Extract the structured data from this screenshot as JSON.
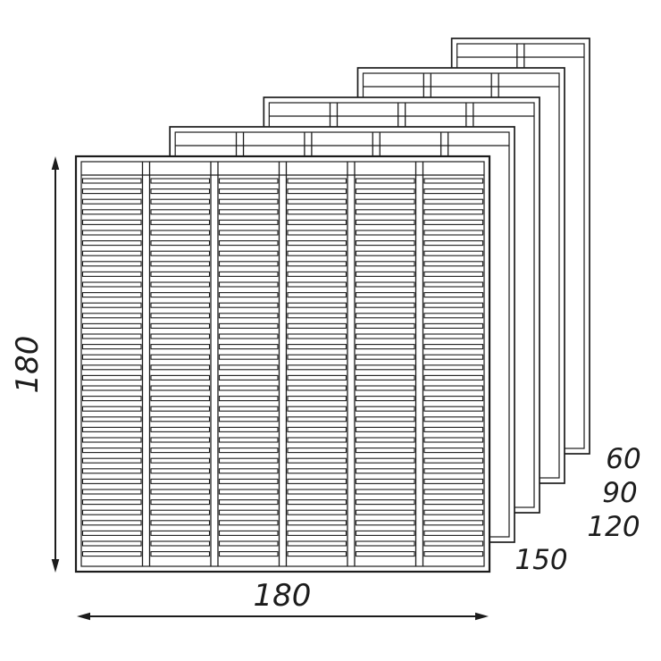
{
  "diagram": {
    "stroke_color": "#1c1c1c",
    "front_panel": {
      "width": 180,
      "height": 180,
      "columns": 6
    },
    "back_panels": [
      {
        "label": "150",
        "width": 150,
        "height": 180,
        "columns": 5
      },
      {
        "label": "120",
        "width": 120,
        "height": 180,
        "columns": 4
      },
      {
        "label": "90",
        "width": 90,
        "height": 180,
        "columns": 3
      },
      {
        "label": "60",
        "width": 60,
        "height": 180,
        "columns": 2
      }
    ],
    "dimensions": {
      "height_label": "180",
      "width_label": "180"
    }
  }
}
